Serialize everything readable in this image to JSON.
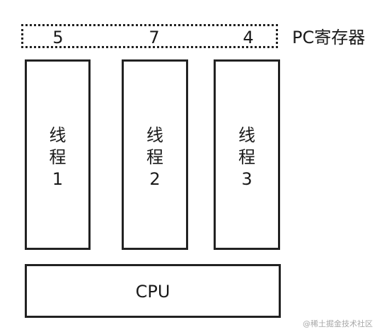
{
  "pc_register": {
    "values": [
      "5",
      "7",
      "4"
    ],
    "label": "PC寄存器"
  },
  "threads": [
    {
      "line1": "线",
      "line2": "程",
      "number": "1"
    },
    {
      "line1": "线",
      "line2": "程",
      "number": "2"
    },
    {
      "line1": "线",
      "line2": "程",
      "number": "3"
    }
  ],
  "cpu": {
    "label": "CPU"
  },
  "watermark": "@稀土掘金技术社区"
}
